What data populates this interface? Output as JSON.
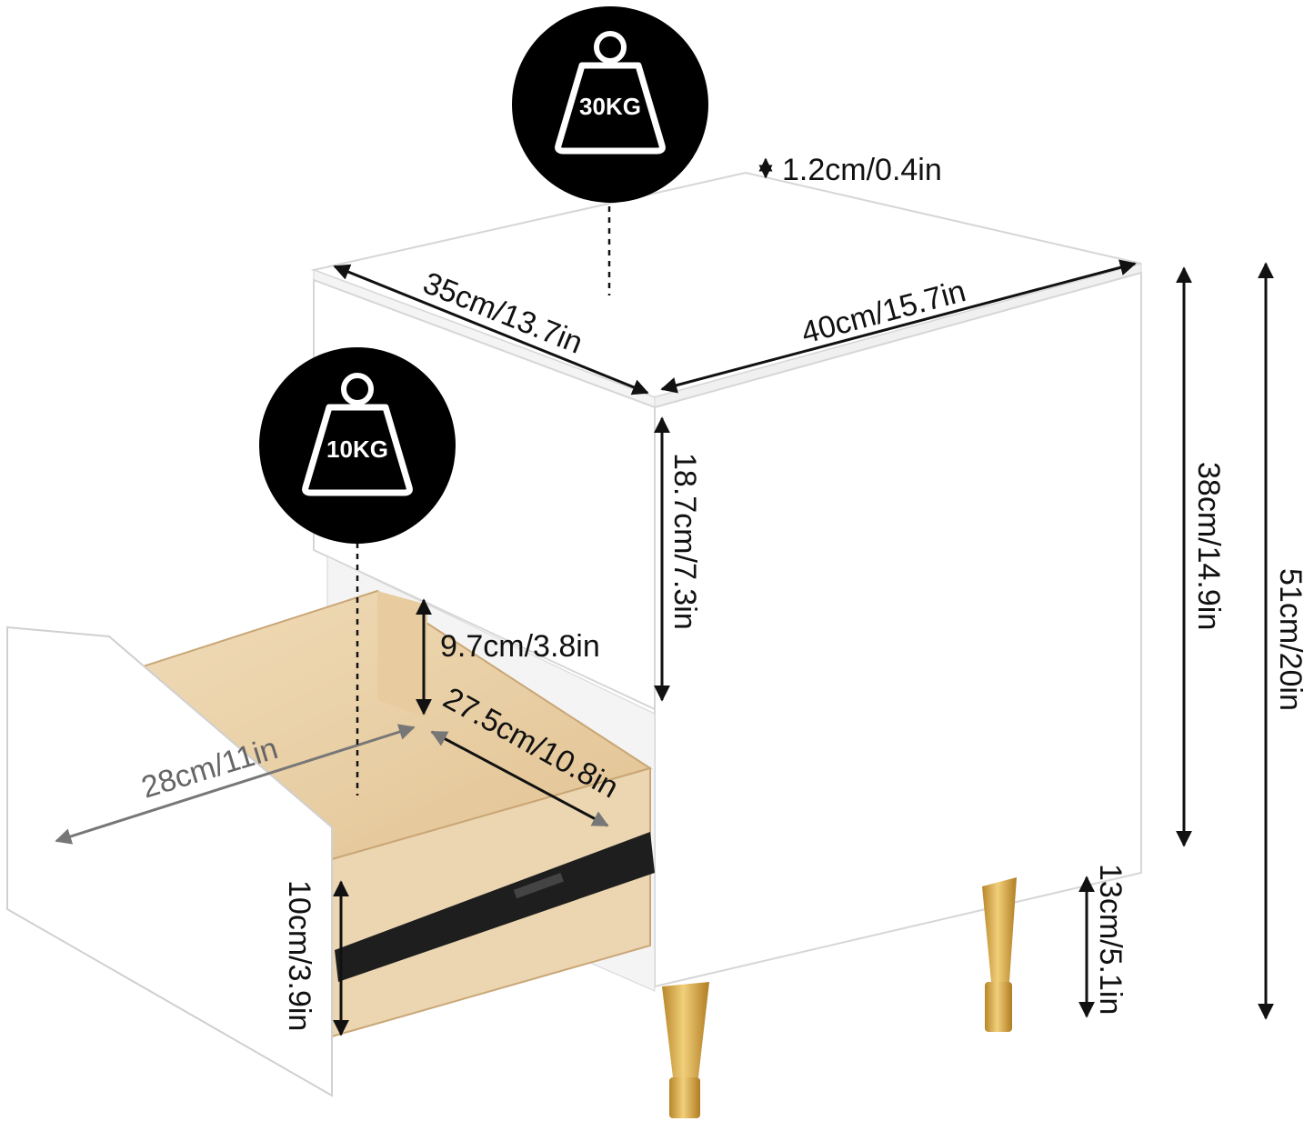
{
  "product": {
    "colors": {
      "body": "#ffffff",
      "outline": "#d9d9d9",
      "wood": "#ecd5b0",
      "wood_dark": "#d9b98a",
      "gold": "#d8a83e",
      "rail": "#1e1e1e"
    }
  },
  "load_badges": {
    "top": {
      "label": "30KG",
      "icon": "weight-icon"
    },
    "drawer": {
      "label": "10KG",
      "icon": "weight-icon"
    }
  },
  "dimensions": {
    "glass_thickness": "1.2cm/0.4in",
    "depth": "35cm/13.7in",
    "width": "40cm/15.7in",
    "drawer_front_height": "18.7cm/7.3in",
    "cabinet_height": "38cm/14.9in",
    "total_height": "51cm/20in",
    "drawer_inner_height": "9.7cm/3.8in",
    "drawer_inner_depth": "27.5cm/10.8in",
    "drawer_inner_width": "28cm/11in",
    "drawer_box_height": "10cm/3.9in",
    "leg_height": "13cm/5.1in"
  }
}
